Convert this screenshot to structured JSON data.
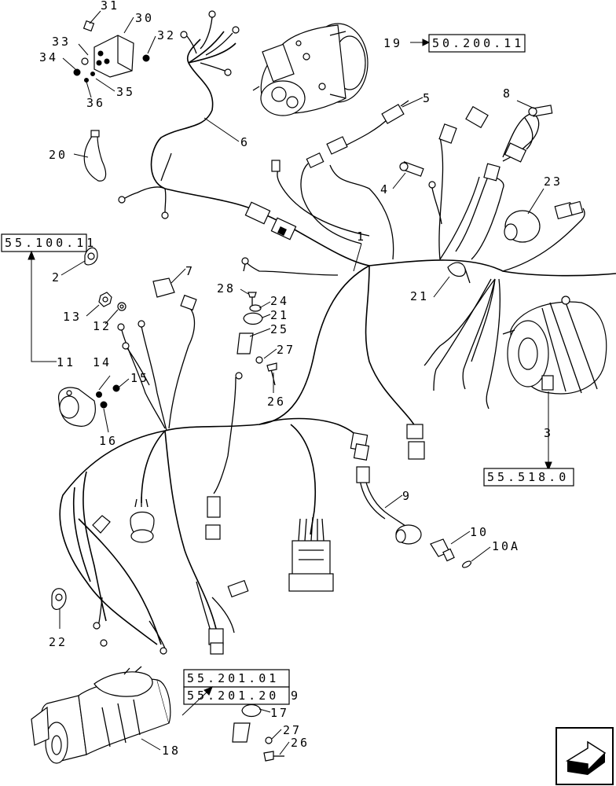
{
  "callouts": {
    "c1": "1",
    "c2": "2",
    "c3": "3",
    "c4": "4",
    "c5": "5",
    "c6": "6",
    "c7": "7",
    "c8": "8",
    "c9": "9",
    "c10": "10",
    "c10a": "10A",
    "c11": "11",
    "c12": "12",
    "c13": "13",
    "c14": "14",
    "c15": "15",
    "c16": "16",
    "c17": "17",
    "c18": "18",
    "c19": "19",
    "c20": "20",
    "c21a": "21",
    "c21b": "21",
    "c22": "22",
    "c23": "23",
    "c24": "24",
    "c25": "25",
    "c26a": "26",
    "c26b": "26",
    "c27a": "27",
    "c27b": "27",
    "c28": "28",
    "c29": "29",
    "c30": "30",
    "c31": "31",
    "c32": "32",
    "c33": "33",
    "c34": "34",
    "c35": "35",
    "c36": "36"
  },
  "references": {
    "ref_compressor": "50.200.11",
    "ref_left": "55.100.11",
    "ref_alternator": "55.518.0",
    "ref_starter_1": "55.201.01",
    "ref_starter_2": "55.201.20"
  },
  "icons": {
    "corner": "next-page-arrow-icon"
  }
}
